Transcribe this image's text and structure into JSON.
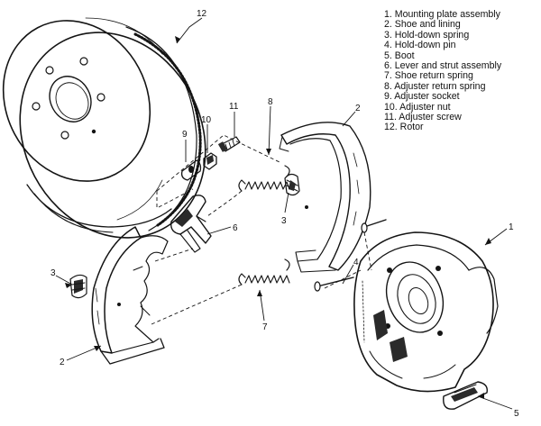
{
  "legend": {
    "items": [
      "1. Mounting plate assembly",
      "2. Shoe and lining",
      "3. Hold-down spring",
      "4. Hold-down pin",
      "5. Boot",
      "6. Lever and strut assembly",
      "7. Shoe return spring",
      "8. Adjuster return spring",
      "9. Adjuster socket",
      "10. Adjuster nut",
      "11. Adjuster screw",
      "12. Rotor"
    ]
  },
  "callouts": {
    "c12": "12",
    "c11": "11",
    "c10": "10",
    "c9": "9",
    "c8": "8",
    "c2_top": "2",
    "c3_top": "3",
    "c6": "6",
    "c1": "1",
    "c3_left": "3",
    "c4": "4",
    "c7": "7",
    "c2_bottom": "2",
    "c5": "5"
  },
  "colors": {
    "ink": "#141414",
    "paper": "#ffffff",
    "shade": "#2a2a2a"
  }
}
